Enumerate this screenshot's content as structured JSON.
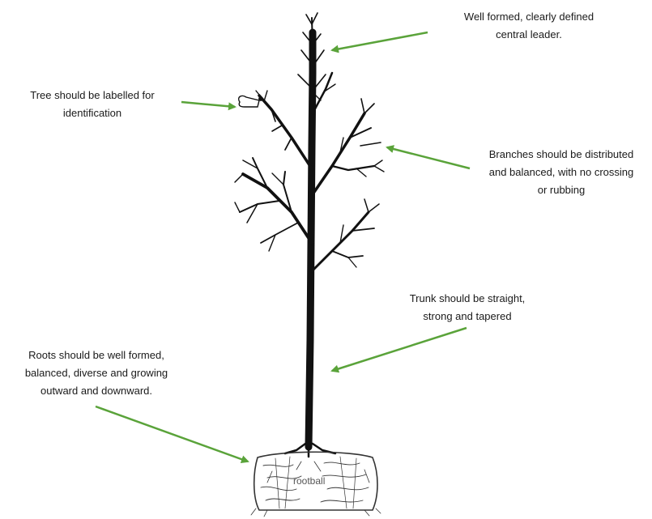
{
  "annotations": {
    "leader": {
      "lines": [
        "Well formed, clearly defined",
        "central leader."
      ]
    },
    "tag": {
      "lines": [
        "Tree should be labelled for",
        "identification"
      ]
    },
    "branches": {
      "lines": [
        "Branches should be distributed",
        "and balanced, with no crossing",
        "or rubbing"
      ]
    },
    "trunk": {
      "lines": [
        "Trunk should be straight,",
        "strong and tapered"
      ]
    },
    "roots": {
      "lines": [
        "Roots should be well formed,",
        "balanced, diverse and growing",
        "outward and downward."
      ]
    }
  },
  "rootball": {
    "label": "rootball"
  },
  "colors": {
    "arrow": "#5aa33a",
    "ink": "#111111"
  }
}
